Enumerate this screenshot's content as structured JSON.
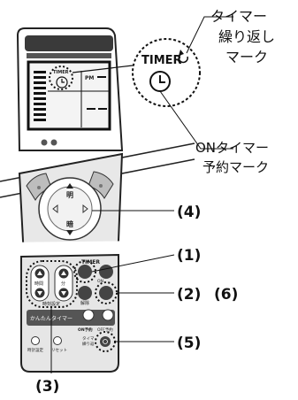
{
  "callouts": {
    "timer_repeat_mark": [
      "タイマー",
      "繰り返し",
      "マーク"
    ],
    "on_timer_reservation_mark": [
      "ONタイマー",
      "予約マーク"
    ],
    "timer_zoom_label": "TIMER"
  },
  "numbers": {
    "n1": "(1)",
    "n2": "(2)",
    "n6": "(6)",
    "n3": "(3)",
    "n4": "(4)",
    "n5": "(5)"
  },
  "remote": {
    "lcd": {
      "timer_label": "TIMER",
      "pm_label": "PM"
    },
    "dpad": {
      "up_label": "明",
      "down_label": "暗"
    },
    "buttons": {
      "timer_header": "TIMER",
      "hour_label": "時間",
      "minute_label": "分",
      "cancel_label": "解除",
      "on_label": "ON",
      "time_set_label": "時刻設定",
      "easy_timer_label": "かんたんタイマー",
      "on_reserve_label": "ON予約",
      "off_reserve_label": "OFF予約",
      "clock_set_label": "時計設定",
      "reset_label": "リセット",
      "timer_repeat_label": [
        "タイマ",
        "繰り返"
      ]
    }
  }
}
